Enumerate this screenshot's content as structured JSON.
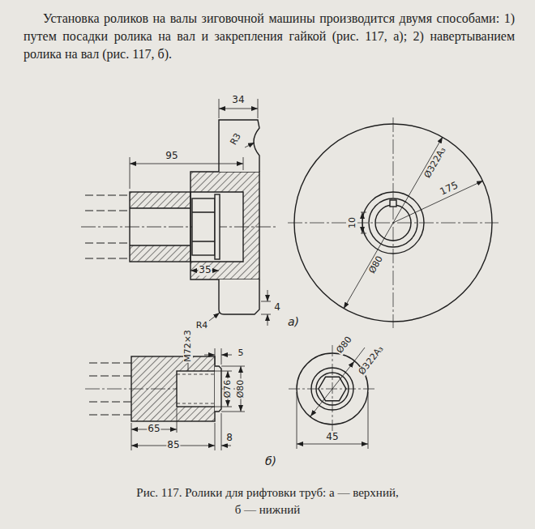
{
  "diagram": {
    "caption": "Рис. 117. Ролики для рифтовки труб: а — верхний, б — нижний",
    "labels": [
      "Установка роликов на валы зиговочной машины производится двумя способами: 1) путем посадки ролика на вал и закрепления гайкой (рис. 117, а); 2) навертыванием ролика на вал (рис. 117, б).",
      "34",
      "R3",
      "95",
      "35",
      "4",
      "R4",
      "а)",
      "10",
      "Ø80",
      "Ø322A₃",
      "175",
      "M72×3",
      "5",
      "Ø76",
      "Ø80",
      "65",
      "85",
      "8",
      "б)",
      "Ø80",
      "Ø322A₃",
      "45"
    ]
  }
}
